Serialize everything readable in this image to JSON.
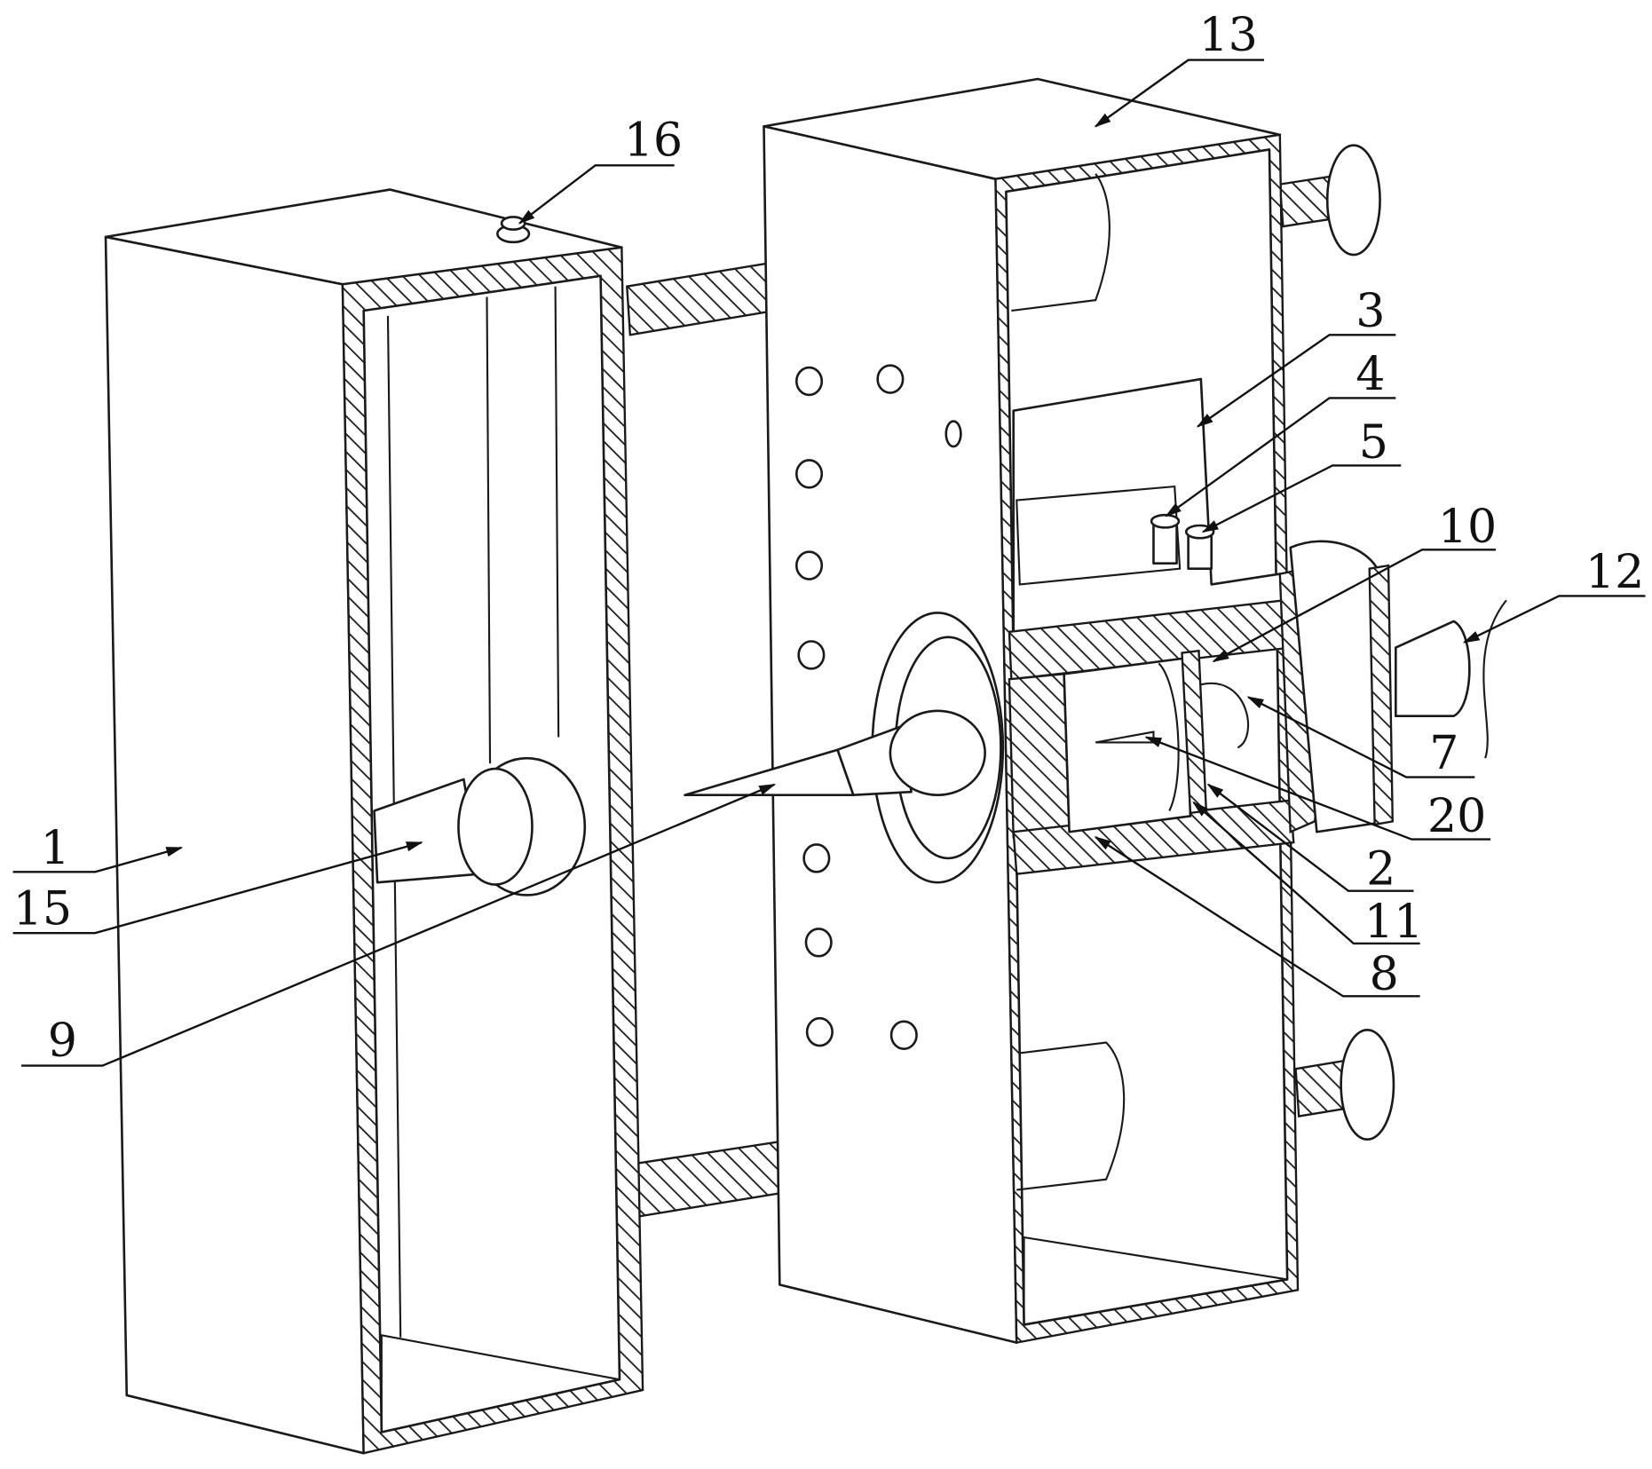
{
  "figure": {
    "labels": {
      "l1": "1",
      "l2": "2",
      "l3": "3",
      "l4": "4",
      "l5": "5",
      "l7": "7",
      "l8": "8",
      "l9": "9",
      "l10": "10",
      "l11": "11",
      "l12": "12",
      "l13": "13",
      "l15": "15",
      "l16": "16",
      "l20": "20"
    },
    "colors": {
      "line": "#1a1a1a",
      "background": "#ffffff"
    }
  }
}
